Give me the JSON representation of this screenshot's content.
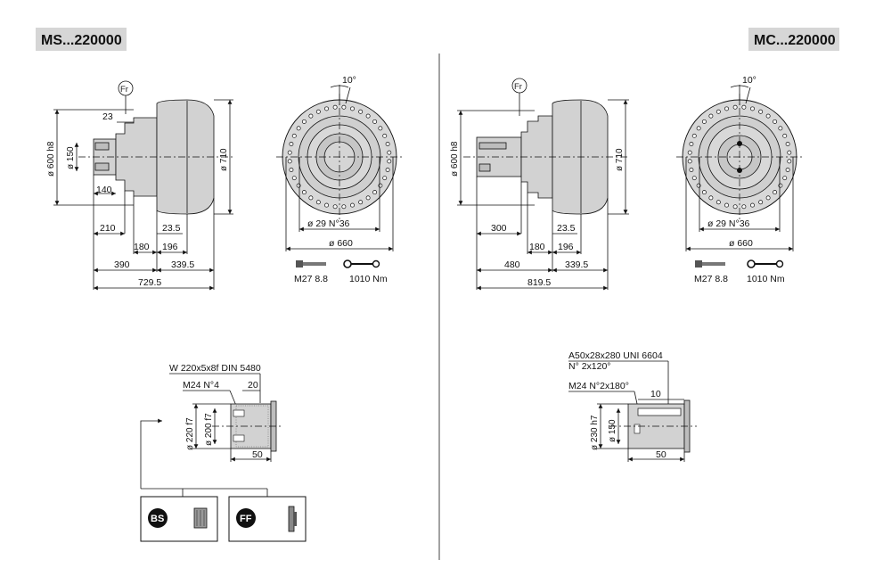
{
  "left": {
    "tag": "MS...220000",
    "fr": "Fr",
    "side": {
      "d_600": "ø 600 h8",
      "d_150": "ø 150",
      "d_710": "ø 710",
      "a23": "23",
      "a140": "140",
      "a210": "210",
      "a23_5": "23.5",
      "a180": "180",
      "a196": "196",
      "a390": "390",
      "a339_5": "339.5",
      "a729_5": "729.5"
    },
    "front": {
      "angle": "10°",
      "holes": "ø 29 N°36",
      "d_660": "ø 660"
    },
    "bolt": {
      "spec": "M27 8.8",
      "torque": "1010 Nm"
    },
    "shaft": {
      "spline": "W 220x5x8f DIN 5480",
      "thread": "M24 N°4",
      "d220": "ø 220 f7",
      "d200": "ø 200 f7",
      "a20": "20",
      "a50": "50"
    },
    "options": [
      {
        "badge": "BS"
      },
      {
        "badge": "FF"
      }
    ]
  },
  "right": {
    "tag": "MC...220000",
    "fr": "Fr",
    "side": {
      "d_600": "ø 600 h8",
      "d_710": "ø 710",
      "a300": "300",
      "a23_5": "23.5",
      "a180": "180",
      "a196": "196",
      "a480": "480",
      "a339_5": "339.5",
      "a819_5": "819.5"
    },
    "front": {
      "angle": "10°",
      "holes": "ø 29 N°36",
      "d_660": "ø 660"
    },
    "bolt": {
      "spec": "M27 8.8",
      "torque": "1010 Nm"
    },
    "shaft": {
      "key": "A50x28x280 UNI 6604",
      "key_angle": "N° 2x120°",
      "thread": "M24 N°2x180°",
      "a10": "10",
      "d230": "ø 230 h7",
      "d150": "ø 150",
      "a50": "50"
    }
  },
  "colors": {
    "tag_bg": "#d6d6d6",
    "body": "#d2d2d2",
    "badge": "#111111"
  }
}
